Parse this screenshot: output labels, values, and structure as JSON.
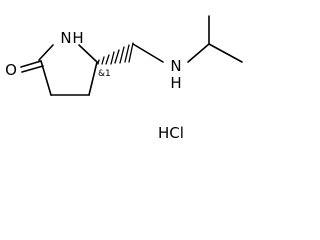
{
  "molecule": {
    "atoms": {
      "nh_ring": "N",
      "h_ring": "H",
      "oxygen": "O",
      "nh_chain": "N",
      "h_chain": "H",
      "stereo": "&1",
      "salt": "HCl"
    }
  }
}
